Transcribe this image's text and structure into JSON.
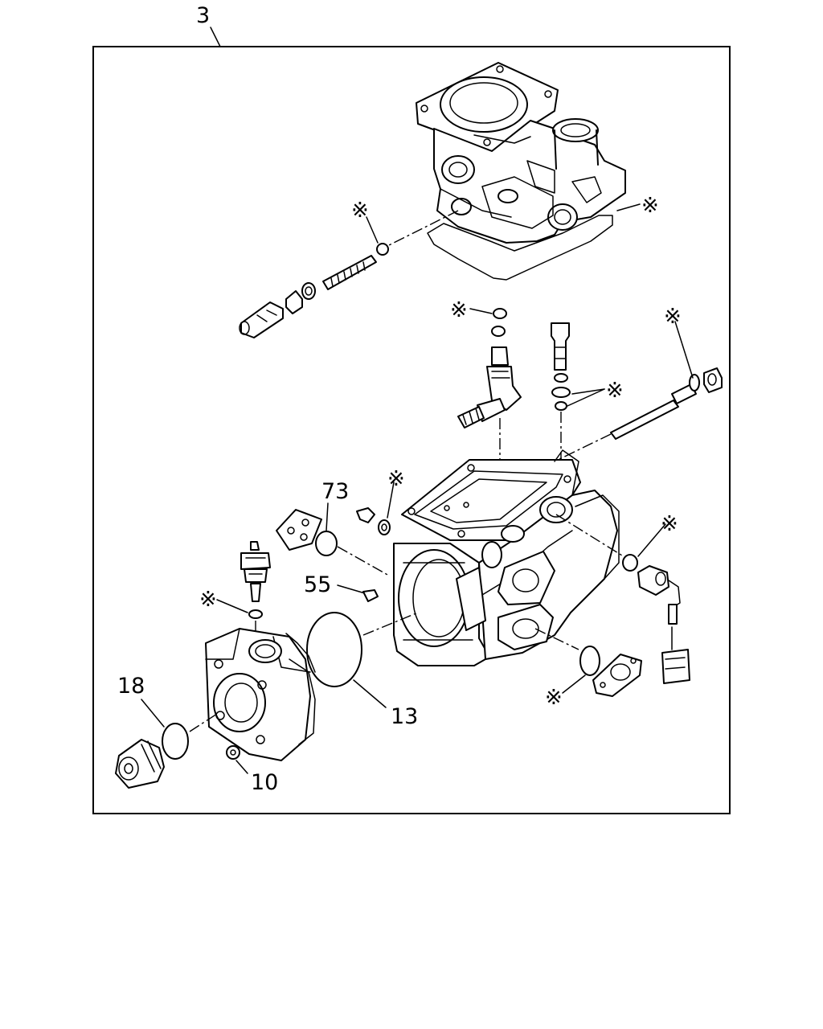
{
  "assembly_number": "3",
  "callouts": {
    "c73": "73",
    "c55": "55",
    "c13": "13",
    "c18": "18",
    "c10": "10"
  },
  "non_reusable_marker": "※"
}
